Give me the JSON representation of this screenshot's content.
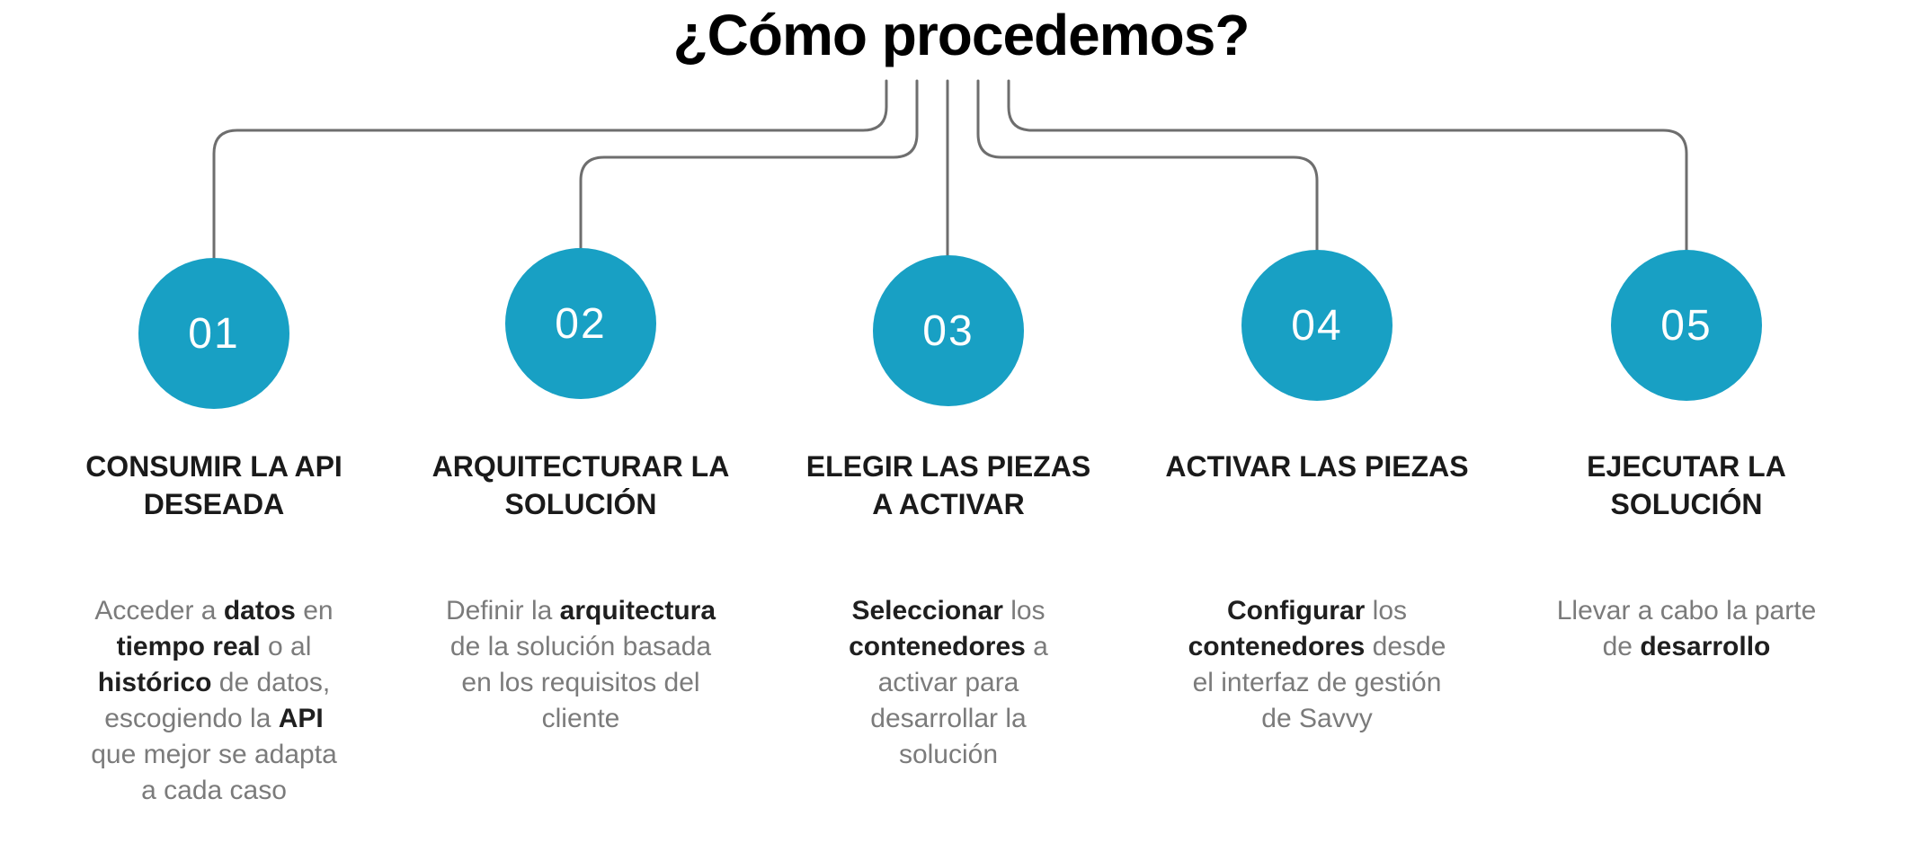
{
  "title": "¿Cómo procedemos?",
  "colors": {
    "accent": "#18A0C4",
    "connector": "#6E6E6E",
    "heading_text": "#1A1A1A",
    "body_text": "#7B7B7B",
    "body_bold_text": "#1F1F1F"
  },
  "steps": [
    {
      "number": "01",
      "heading": "CONSUMIR LA API\nDESEADA",
      "body": [
        {
          "text": "Acceder a ",
          "bold": false
        },
        {
          "text": "datos",
          "bold": true
        },
        {
          "text": " en\n",
          "bold": false
        },
        {
          "text": "tiempo real",
          "bold": true
        },
        {
          "text": " o al\n",
          "bold": false
        },
        {
          "text": "histórico",
          "bold": true
        },
        {
          "text": " de datos,\nescogiendo la ",
          "bold": false
        },
        {
          "text": "API",
          "bold": true
        },
        {
          "text": "\nque mejor se adapta\na cada caso",
          "bold": false
        }
      ]
    },
    {
      "number": "02",
      "heading": "ARQUITECTURAR LA\nSOLUCIÓN",
      "body": [
        {
          "text": "Definir la ",
          "bold": false
        },
        {
          "text": "arquitectura",
          "bold": true
        },
        {
          "text": "\nde la solución basada\nen los requisitos del\ncliente",
          "bold": false
        }
      ]
    },
    {
      "number": "03",
      "heading": "ELEGIR LAS PIEZAS\nA ACTIVAR",
      "body": [
        {
          "text": "Seleccionar",
          "bold": true
        },
        {
          "text": " los\n",
          "bold": false
        },
        {
          "text": "contenedores",
          "bold": true
        },
        {
          "text": " a\nactivar para\ndesarrollar la\nsolución",
          "bold": false
        }
      ]
    },
    {
      "number": "04",
      "heading": "ACTIVAR LAS PIEZAS",
      "body": [
        {
          "text": "Configurar",
          "bold": true
        },
        {
          "text": " los\n",
          "bold": false
        },
        {
          "text": "contenedores",
          "bold": true
        },
        {
          "text": " desde\nel interfaz de gestión\nde Savvy",
          "bold": false
        }
      ]
    },
    {
      "number": "05",
      "heading": "EJECUTAR LA\nSOLUCIÓN",
      "body": [
        {
          "text": "Llevar a cabo la parte\nde ",
          "bold": false
        },
        {
          "text": "desarrollo",
          "bold": true
        }
      ]
    }
  ]
}
